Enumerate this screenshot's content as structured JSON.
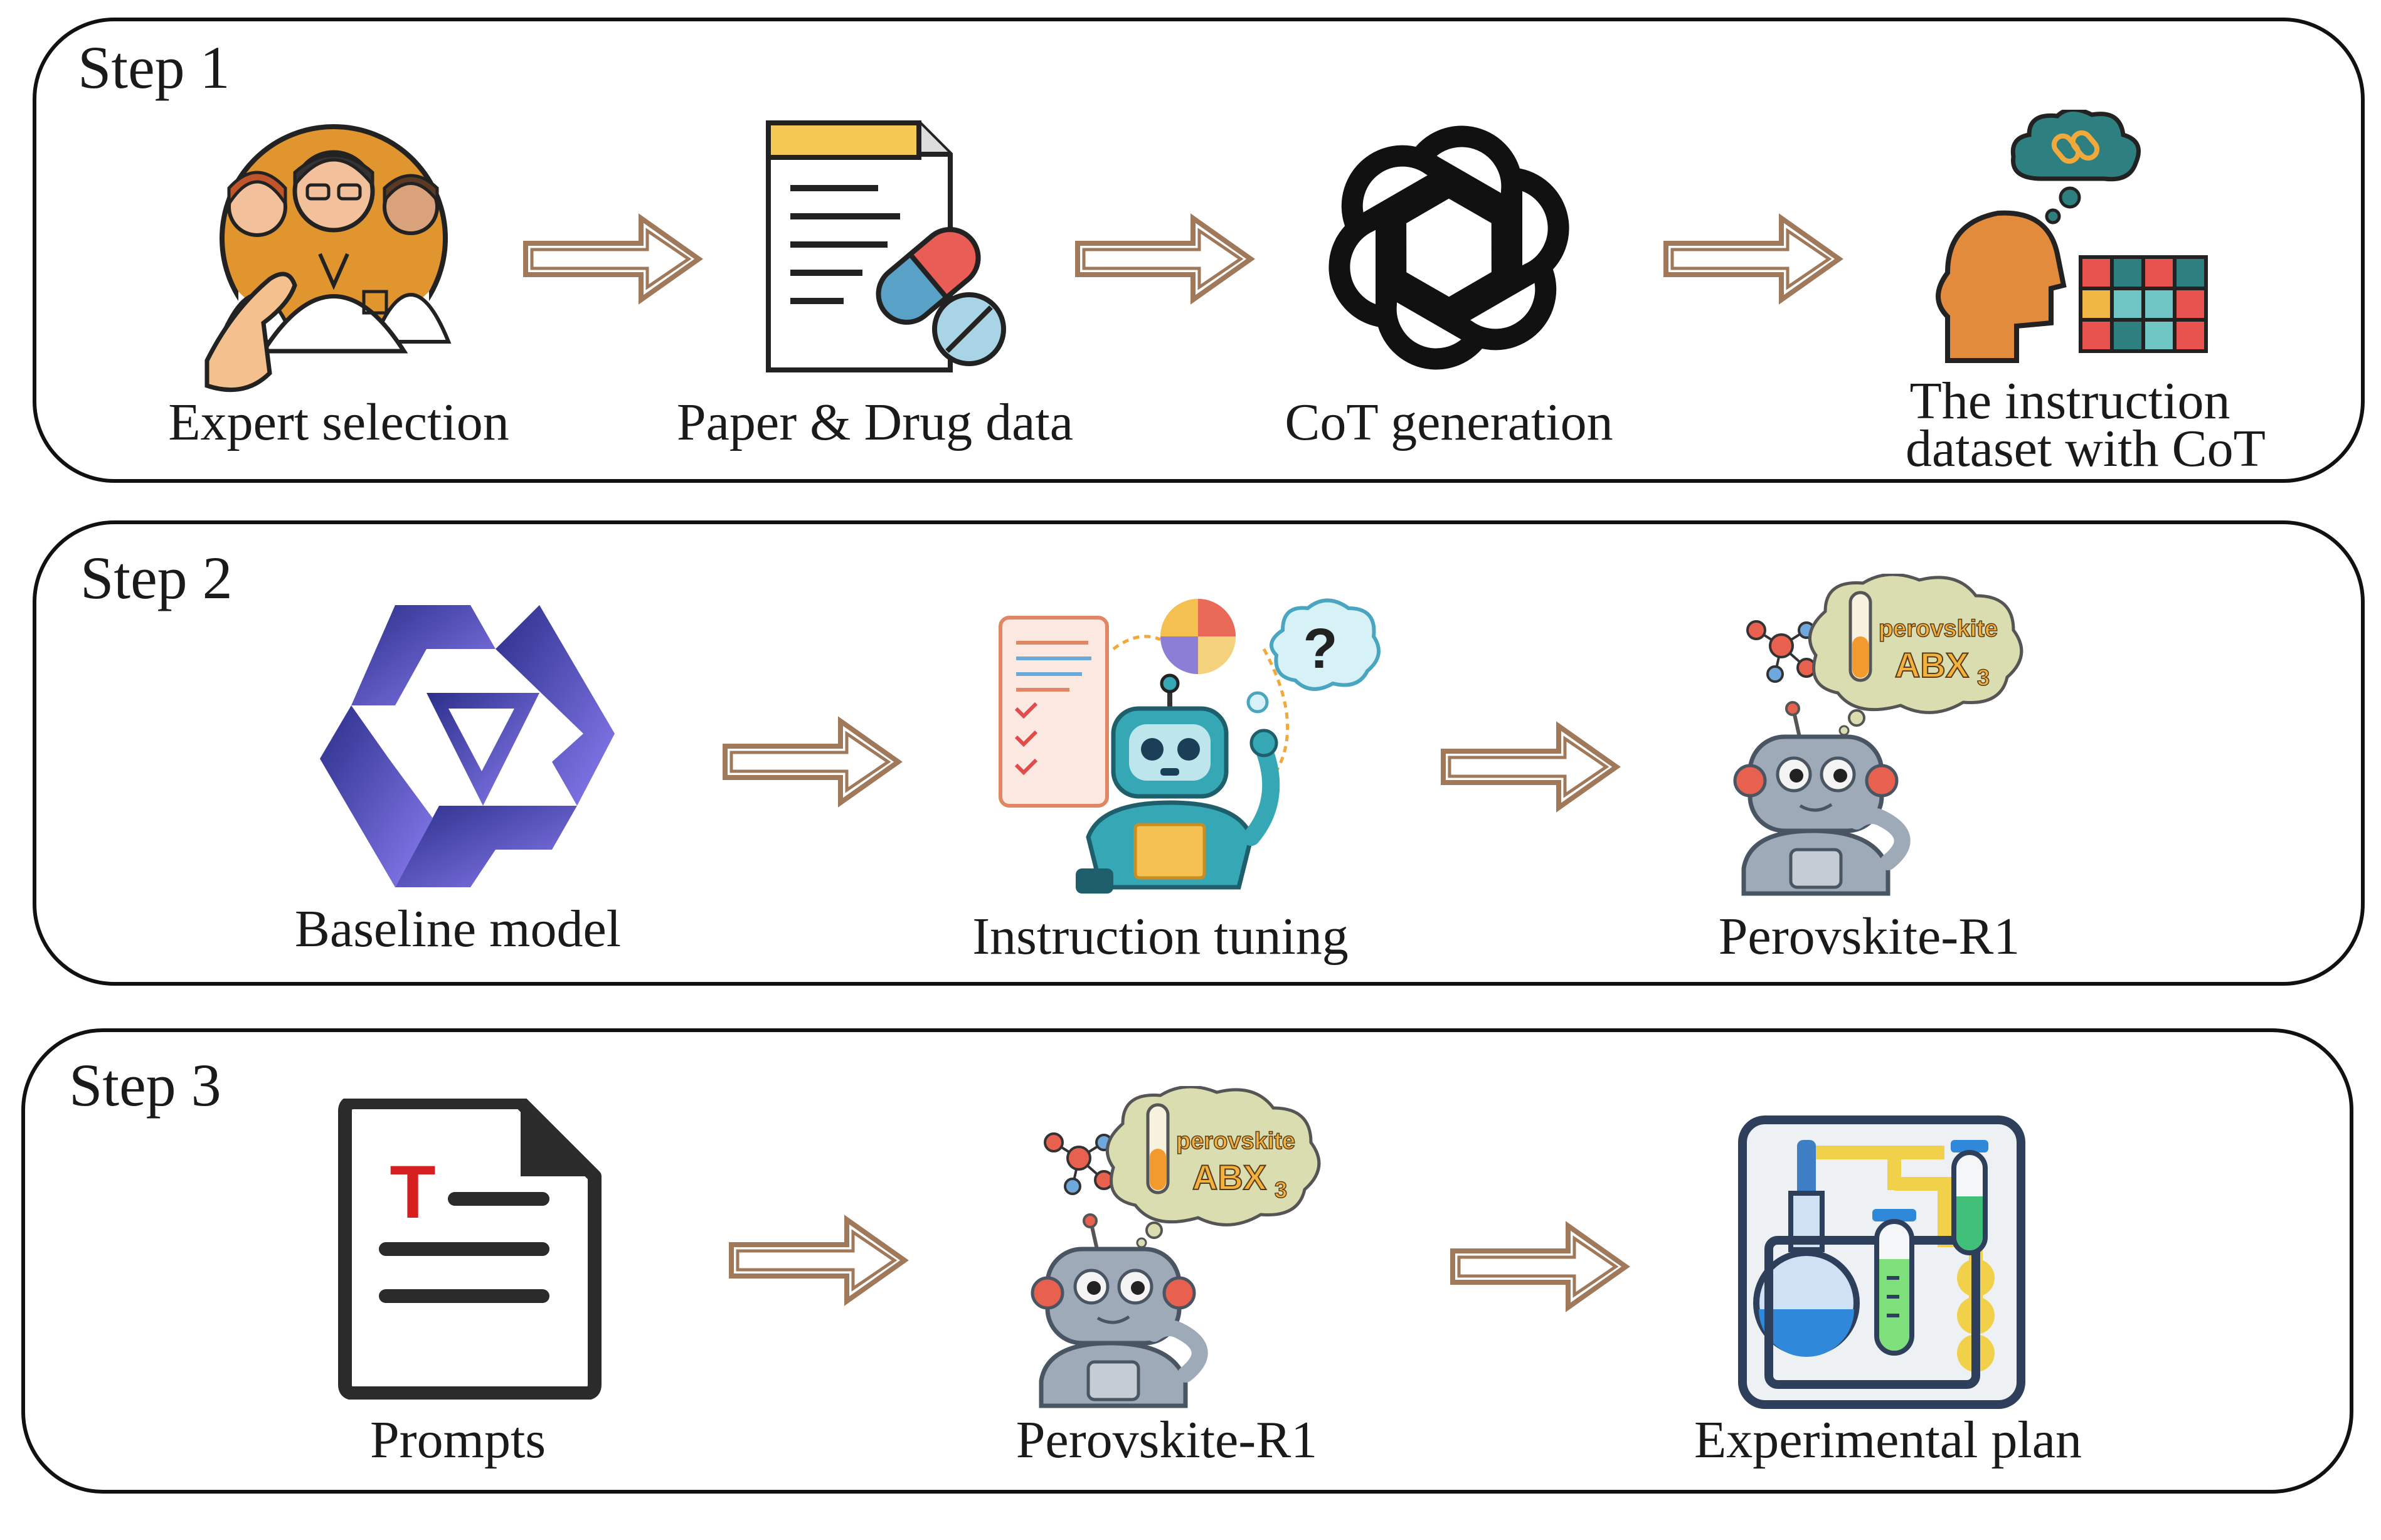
{
  "steps": [
    {
      "title": "Step 1",
      "items": [
        {
          "label": "Expert selection",
          "icon": "expert-group-icon"
        },
        {
          "label": "Paper & Drug data",
          "icon": "document-pills-icon"
        },
        {
          "label": "CoT generation",
          "icon": "openai-logo-icon"
        },
        {
          "label_line1": "The instruction",
          "label_line2": "dataset with CoT",
          "icon": "head-cloud-grid-icon"
        }
      ]
    },
    {
      "title": "Step 2",
      "items": [
        {
          "label": "Baseline model",
          "icon": "qwen-logo-icon"
        },
        {
          "label": "Instruction tuning",
          "icon": "robot-learning-icon"
        },
        {
          "label": "Perovskite-R1",
          "icon": "thinking-robot-icon",
          "bubble_text1": "perovskite",
          "bubble_text2": "ABX",
          "bubble_sub": "3"
        }
      ]
    },
    {
      "title": "Step 3",
      "items": [
        {
          "label": "Prompts",
          "icon": "text-document-icon",
          "doc_letter": "T"
        },
        {
          "label": "Perovskite-R1",
          "icon": "thinking-robot-icon",
          "bubble_text1": "perovskite",
          "bubble_text2": "ABX",
          "bubble_sub": "3"
        },
        {
          "label": "Experimental plan",
          "icon": "lab-flasks-icon"
        }
      ]
    }
  ],
  "colors": {
    "arrow_fill": "#ffffff",
    "arrow_stroke": "#a0785a",
    "panel_border": "#111111"
  }
}
